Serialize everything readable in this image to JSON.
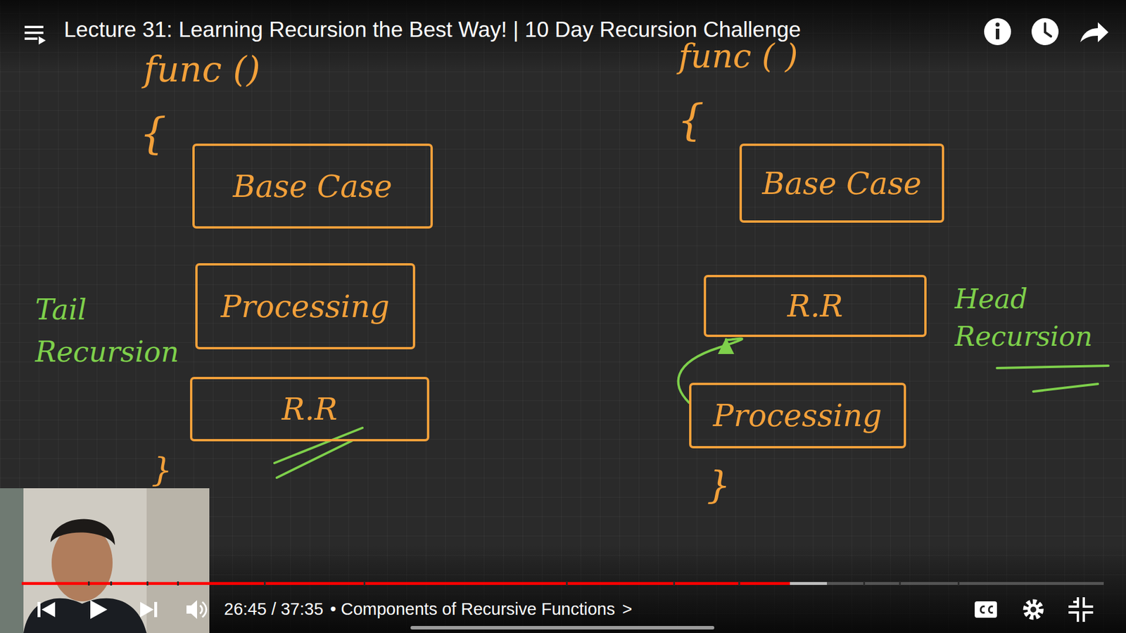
{
  "diagram": {
    "title": "Lecture 31: Learning Recursion the Best Way! | 10 Day Recursion Challenge",
    "nodes": [
      {
        "text": [
          "Base Case"
        ]
      },
      {
        "text": [
          "Processing"
        ]
      },
      {
        "text": [
          "R.R"
        ]
      },
      {
        "text": [
          "Base Case"
        ]
      },
      {
        "text": [
          "R.R"
        ]
      },
      {
        "text": [
          "Processing"
        ]
      }
    ],
    "edges": [
      {
        "from": 5,
        "to": 4,
        "arrow": "to"
      }
    ],
    "labels": [
      "func ()",
      "{",
      "}",
      "Tail Recursion",
      "func ( )",
      "{",
      "}",
      "Head Recursion",
      "26:45 / 37:35",
      "• Components of Recursive Functions",
      ">"
    ]
  }
}
